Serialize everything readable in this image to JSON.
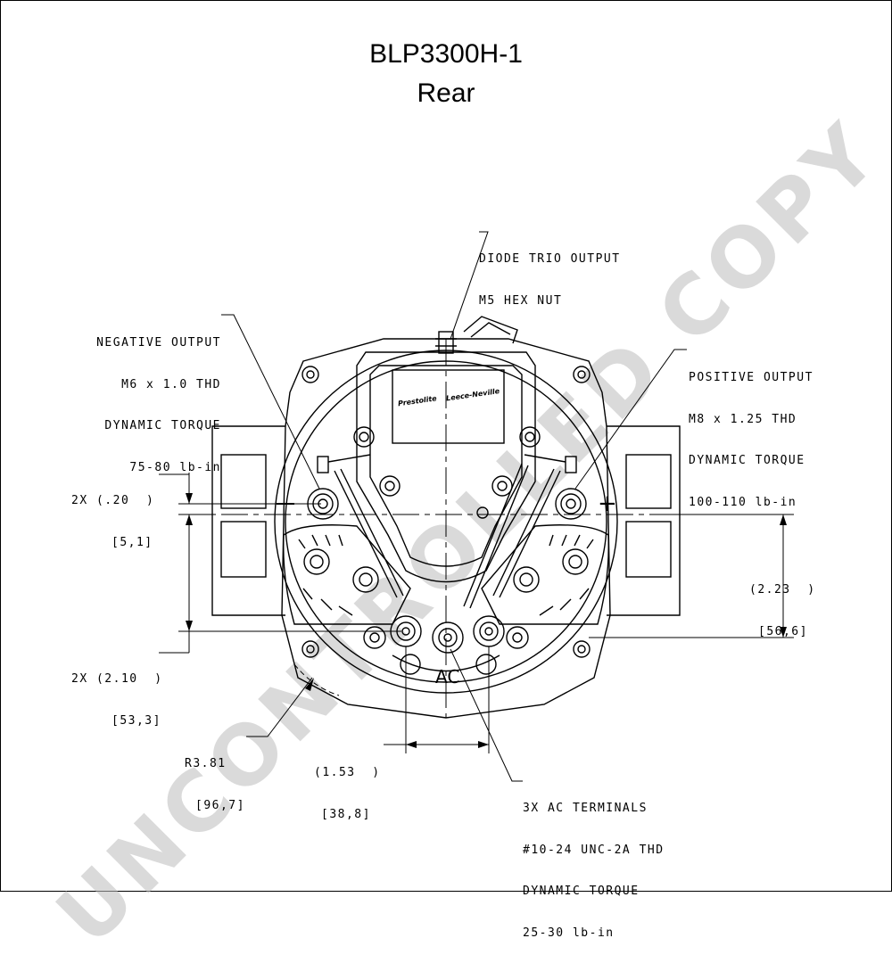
{
  "title": "BLP3300H-1",
  "subtitle": "Rear",
  "watermark": "UNCONTROLLED COPY",
  "callouts": {
    "diode_trio": [
      "DIODE TRIO OUTPUT",
      "M5 HEX NUT"
    ],
    "negative_output": [
      "NEGATIVE OUTPUT",
      "M6 x 1.0 THD",
      "DYNAMIC TORQUE",
      "75-80 lb-in"
    ],
    "positive_output": [
      "POSITIVE OUTPUT",
      "M8 x 1.25 THD",
      "DYNAMIC TORQUE",
      "100-110 lb-in"
    ],
    "ac_terminals": [
      "3X AC TERMINALS",
      "#10-24 UNC-2A THD",
      "DYNAMIC TORQUE",
      "25-30 lb-in"
    ]
  },
  "dimensions": {
    "offset_top": [
      "2X (.20  )",
      "[5,1]"
    ],
    "offset_bottom": [
      "2X (2.10  )",
      "[53,3]"
    ],
    "right_height": [
      "(2.23  )",
      "[56,6]"
    ],
    "radius": [
      "R3.81",
      "[96,7]"
    ],
    "ac_spacing": [
      "(1.53  )",
      "[38,8]"
    ]
  },
  "labels": {
    "ac": "AC",
    "plus": "+",
    "minus": "−",
    "brand_left": "Prestolite",
    "brand_right": "Leece-Neville"
  }
}
